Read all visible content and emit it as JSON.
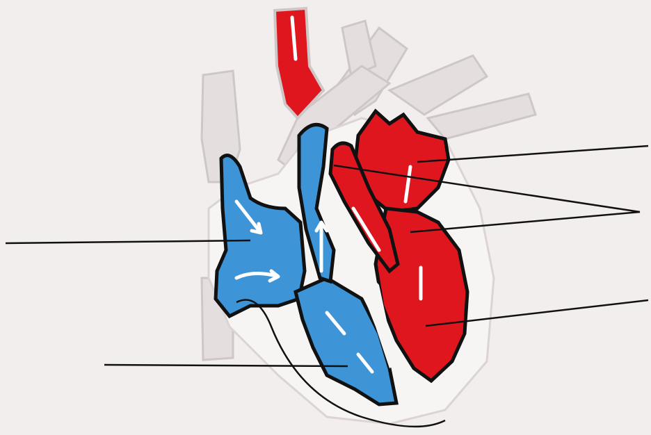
{
  "diagram": {
    "colors": {
      "paper": "#f2eeee",
      "vessel": "#e4dede",
      "vessel_edge": "#cfc7c7",
      "deoxygenated": "#3d94d6",
      "deoxygenated_dark": "#2a72b4",
      "oxygenated": "#e0161e",
      "oxygenated_dark": "#b30f15",
      "outline": "#111111",
      "flow_arrow": "#ffffff",
      "leader_line": "#111111"
    },
    "icons": {
      "flow_arrow": "flow-arrow-icon"
    },
    "label_lines": [
      {
        "side": "right",
        "target": "left-atrium"
      },
      {
        "side": "right",
        "target": "valves"
      },
      {
        "side": "right",
        "target": "left-ventricle"
      },
      {
        "side": "left",
        "target": "right-atrium"
      },
      {
        "side": "left",
        "target": "right-ventricle"
      }
    ]
  }
}
